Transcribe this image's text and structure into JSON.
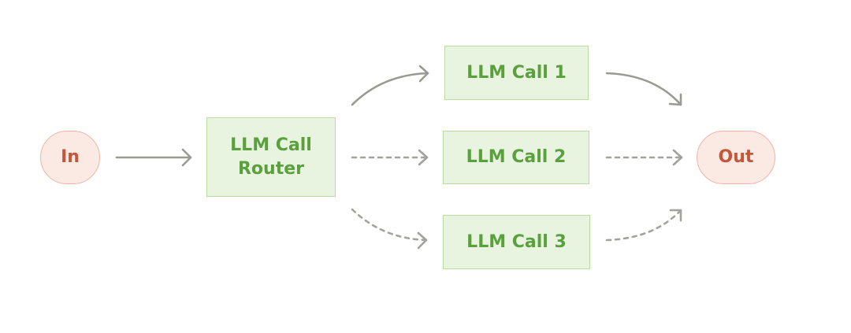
{
  "nodes": {
    "in": "In",
    "router": "LLM Call\nRouter",
    "call1": "LLM Call 1",
    "call2": "LLM Call 2",
    "call3": "LLM Call 3",
    "out": "Out"
  },
  "colors": {
    "input_output_fill": "#fbe9e3",
    "input_output_border": "#eeb5a3",
    "input_output_text": "#c4573a",
    "llm_fill": "#e8f4e0",
    "llm_border": "#b9dca5",
    "llm_text": "#5aa03c",
    "solid_arrow": "#9a9a94",
    "dashed_arrow": "#a3a39e"
  },
  "edges": [
    {
      "from": "in",
      "to": "router",
      "style": "solid"
    },
    {
      "from": "router",
      "to": "call1",
      "style": "solid"
    },
    {
      "from": "router",
      "to": "call2",
      "style": "dashed"
    },
    {
      "from": "router",
      "to": "call3",
      "style": "dashed"
    },
    {
      "from": "call1",
      "to": "out",
      "style": "solid"
    },
    {
      "from": "call2",
      "to": "out",
      "style": "dashed"
    },
    {
      "from": "call3",
      "to": "out",
      "style": "dashed"
    }
  ]
}
